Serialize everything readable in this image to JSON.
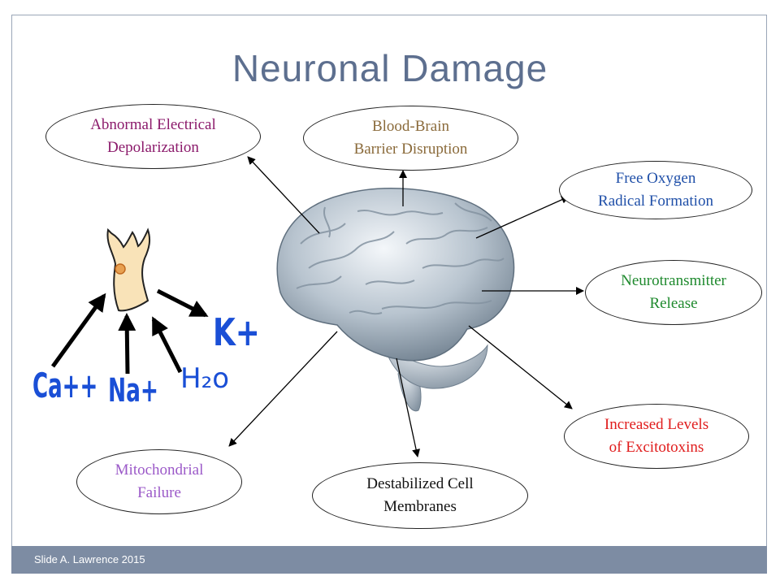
{
  "slide": {
    "title": "Neuronal Damage",
    "footer": "Slide A. Lawrence 2015"
  },
  "bubbles": {
    "abnormal": "Abnormal Electrical\nDepolarization",
    "bbb": "Blood-Brain\nBarrier Disruption",
    "oxygen": "Free Oxygen\nRadical Formation",
    "neurotransmitter": "Neurotransmitter\nRelease",
    "excitotoxins": "Increased Levels\nof Excitotoxins",
    "membranes": "Destabilized Cell\nMembranes",
    "mitochondrial": "Mitochondrial\nFailure"
  },
  "ions": {
    "ca": "Ca++",
    "na": "Na+",
    "h2o": "H₂o",
    "k": "K+"
  },
  "colors": {
    "title": "#5d6f8f",
    "abnormal": "#8b1a6b",
    "bbb": "#8a6a3a",
    "oxygen": "#1f4fa8",
    "neurotransmitter": "#1f8a2e",
    "excitotoxins": "#e01c1c",
    "membranes": "#111111",
    "mitochondrial": "#9b59c8",
    "ion": "#1a4fd6",
    "footer_bar": "#7d8ca3"
  }
}
